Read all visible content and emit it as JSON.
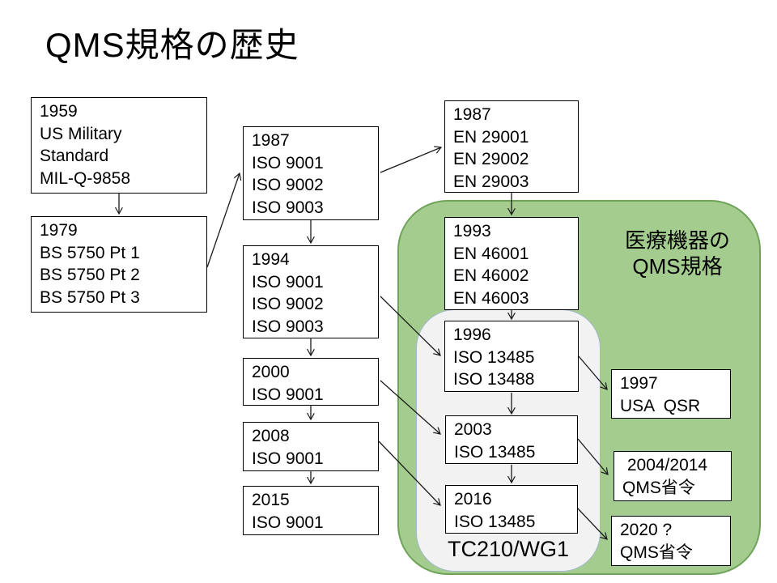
{
  "title": "QMS規格の歴史",
  "colors": {
    "green_fill": "#A3CC8E",
    "green_border": "#6FA45A",
    "gray_fill": "#F2F2F2",
    "gray_border": "#A3B8CE",
    "box_border": "#000000"
  },
  "labels": {
    "medical_line1": "医療機器の",
    "medical_line2": "QMS規格",
    "tc_group": "TC210/WG1"
  },
  "boxes": {
    "b1959": [
      "1959",
      "US Military",
      "Standard",
      "MIL-Q-9858"
    ],
    "b1979": [
      "1979",
      "BS 5750 Pt 1",
      "BS 5750 Pt 2",
      "BS 5750 Pt 3"
    ],
    "b1987iso": [
      "1987",
      "ISO 9001",
      "ISO 9002",
      "ISO 9003"
    ],
    "b1987en": [
      "1987",
      "EN 29001",
      "EN 29002",
      "EN 29003"
    ],
    "b1994": [
      "1994",
      "ISO 9001",
      "ISO 9002",
      "ISO 9003"
    ],
    "b1993": [
      "1993",
      "EN 46001",
      "EN 46002",
      "EN 46003"
    ],
    "b2000": [
      "2000",
      "ISO 9001"
    ],
    "b2008": [
      "2008",
      "ISO 9001"
    ],
    "b2015": [
      "2015",
      "ISO 9001"
    ],
    "b1996": [
      "1996",
      "ISO 13485",
      "ISO 13488"
    ],
    "b2003": [
      "2003",
      "ISO 13485"
    ],
    "b2016": [
      "2016",
      "ISO 13485"
    ],
    "b1997": [
      "1997",
      "USA  QSR"
    ],
    "b2004": [
      " 2004/2014",
      "QMS省令"
    ],
    "b2020": [
      "2020 ?",
      "QMS省令"
    ]
  }
}
